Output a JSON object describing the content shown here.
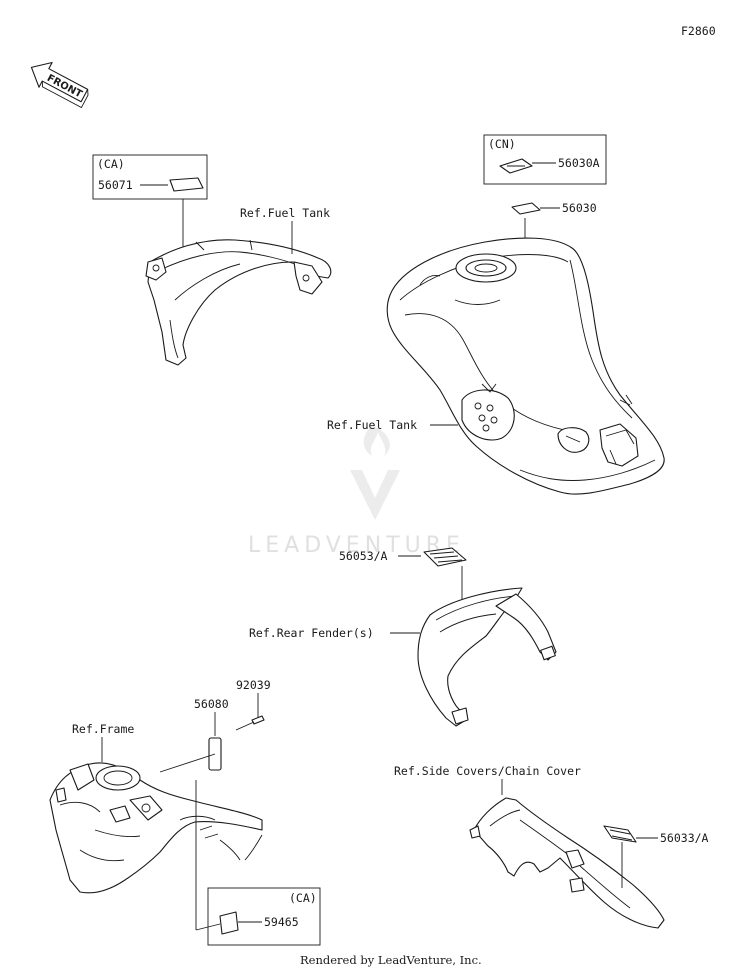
{
  "diagram_id": "F2860",
  "front_label": "FRONT",
  "watermark": "LEADVENTURE",
  "credit": "Rendered by LeadVenture, Inc.",
  "callouts": {
    "ca_1": "(CA)",
    "p56071": "56071",
    "ref_fuel_tank_1": "Ref.Fuel Tank",
    "cn": "(CN)",
    "p56030a": "56030A",
    "p56030": "56030",
    "ref_fuel_tank_2": "Ref.Fuel Tank",
    "p56053a": "56053/A",
    "ref_rear_fender": "Ref.Rear Fender(s)",
    "p92039": "92039",
    "p56080": "56080",
    "ref_frame": "Ref.Frame",
    "ref_side_covers": "Ref.Side Covers/Chain Cover",
    "p56033a": "56033/A",
    "ca_2": "(CA)",
    "p59465": "59465"
  }
}
